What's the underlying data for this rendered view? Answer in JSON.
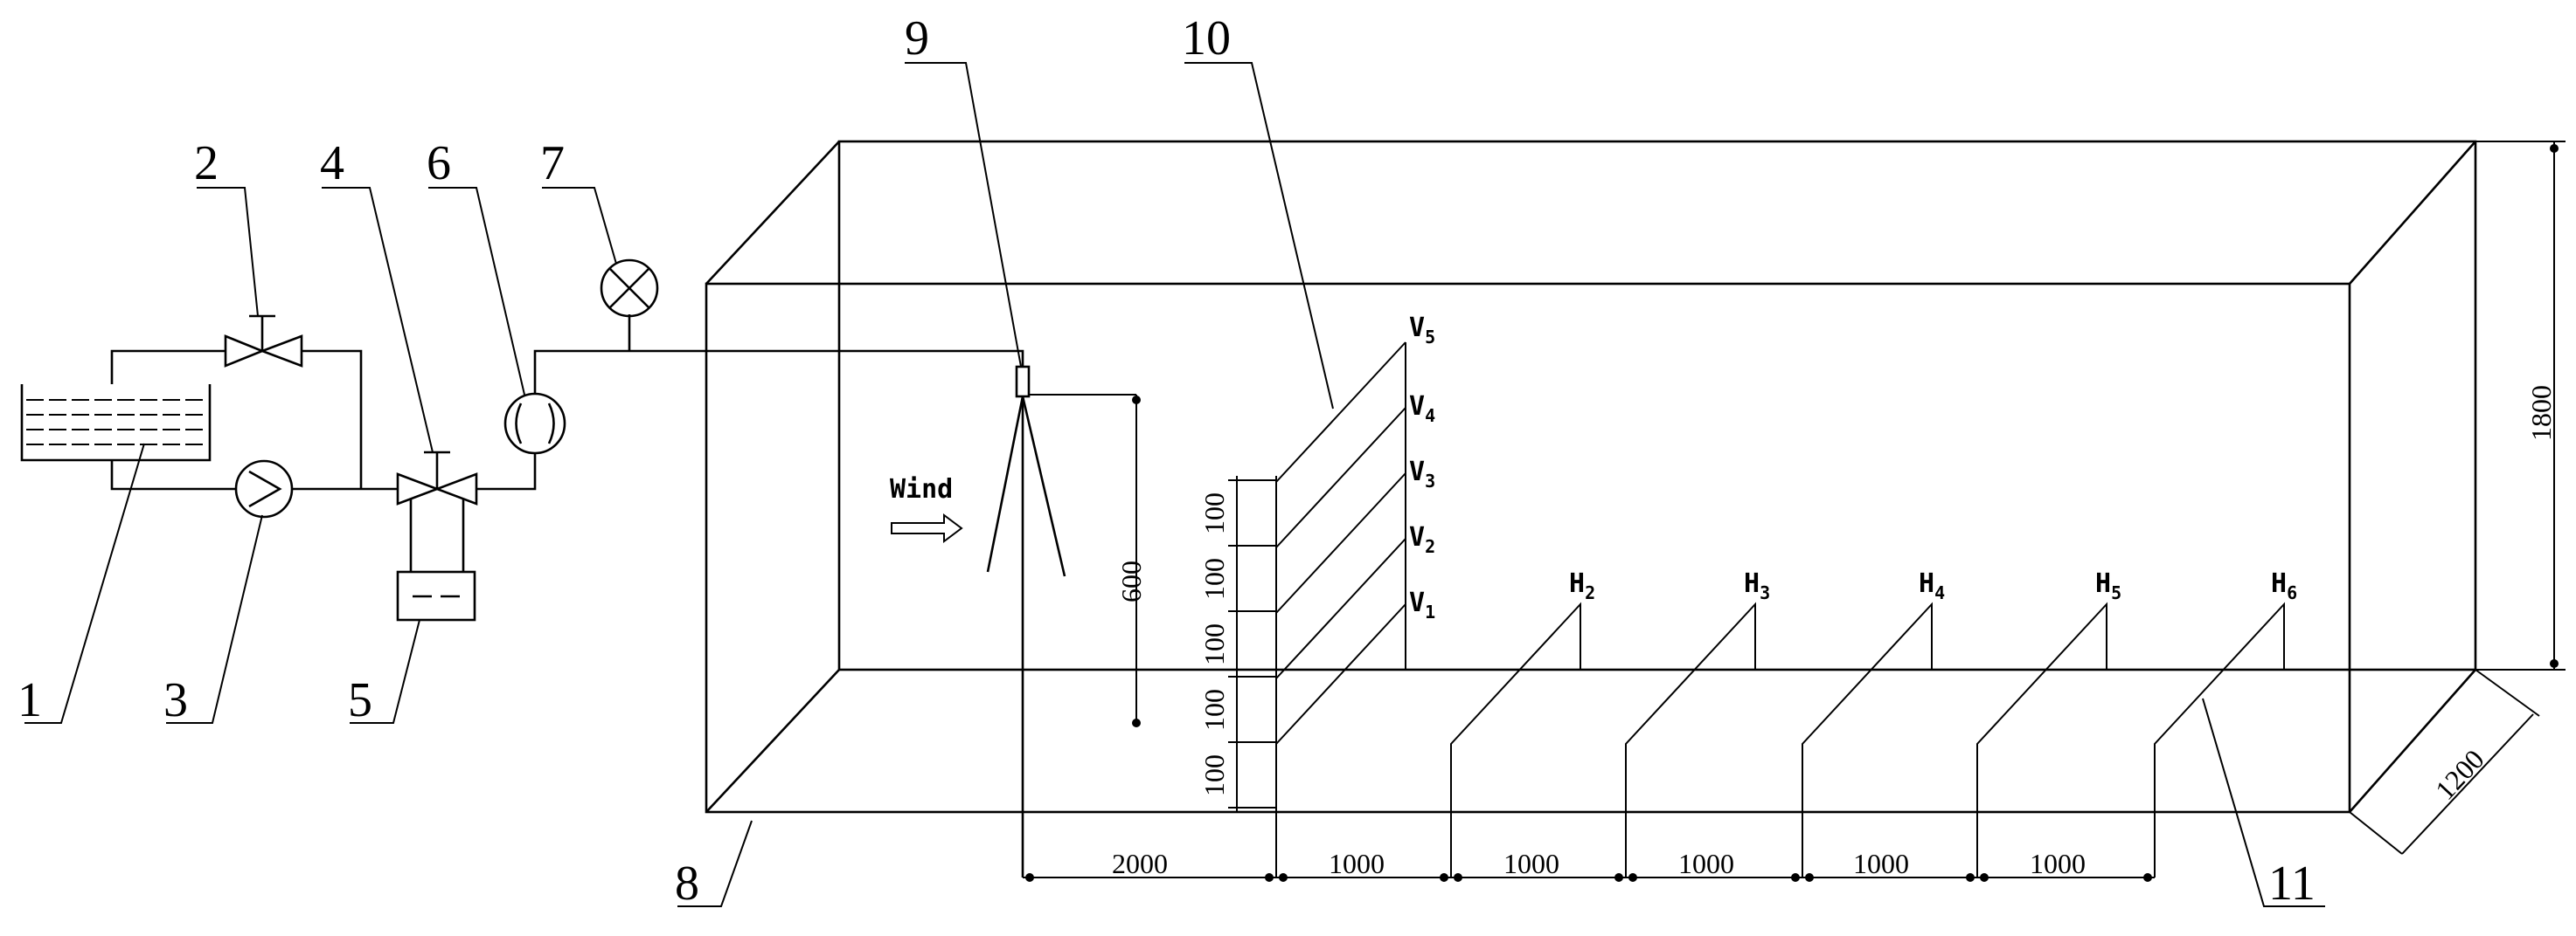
{
  "callouts": [
    "1",
    "2",
    "3",
    "4",
    "5",
    "6",
    "7",
    "8",
    "9",
    "10",
    "11"
  ],
  "wind_label": "Wind",
  "vertical_probes": [
    {
      "letter": "V",
      "sub": "1"
    },
    {
      "letter": "V",
      "sub": "2"
    },
    {
      "letter": "V",
      "sub": "3"
    },
    {
      "letter": "V",
      "sub": "4"
    },
    {
      "letter": "V",
      "sub": "5"
    }
  ],
  "horizontal_probes": [
    {
      "letter": "H",
      "sub": "2"
    },
    {
      "letter": "H",
      "sub": "3"
    },
    {
      "letter": "H",
      "sub": "4"
    },
    {
      "letter": "H",
      "sub": "5"
    },
    {
      "letter": "H",
      "sub": "6"
    }
  ],
  "dimensions": {
    "height": "1800",
    "width": "1200",
    "source_height": "600",
    "source_distance": "2000",
    "probe_spacing": [
      "1000",
      "1000",
      "1000",
      "1000",
      "1000"
    ],
    "vertical_spacing": [
      "100",
      "100",
      "100",
      "100",
      "100"
    ]
  }
}
